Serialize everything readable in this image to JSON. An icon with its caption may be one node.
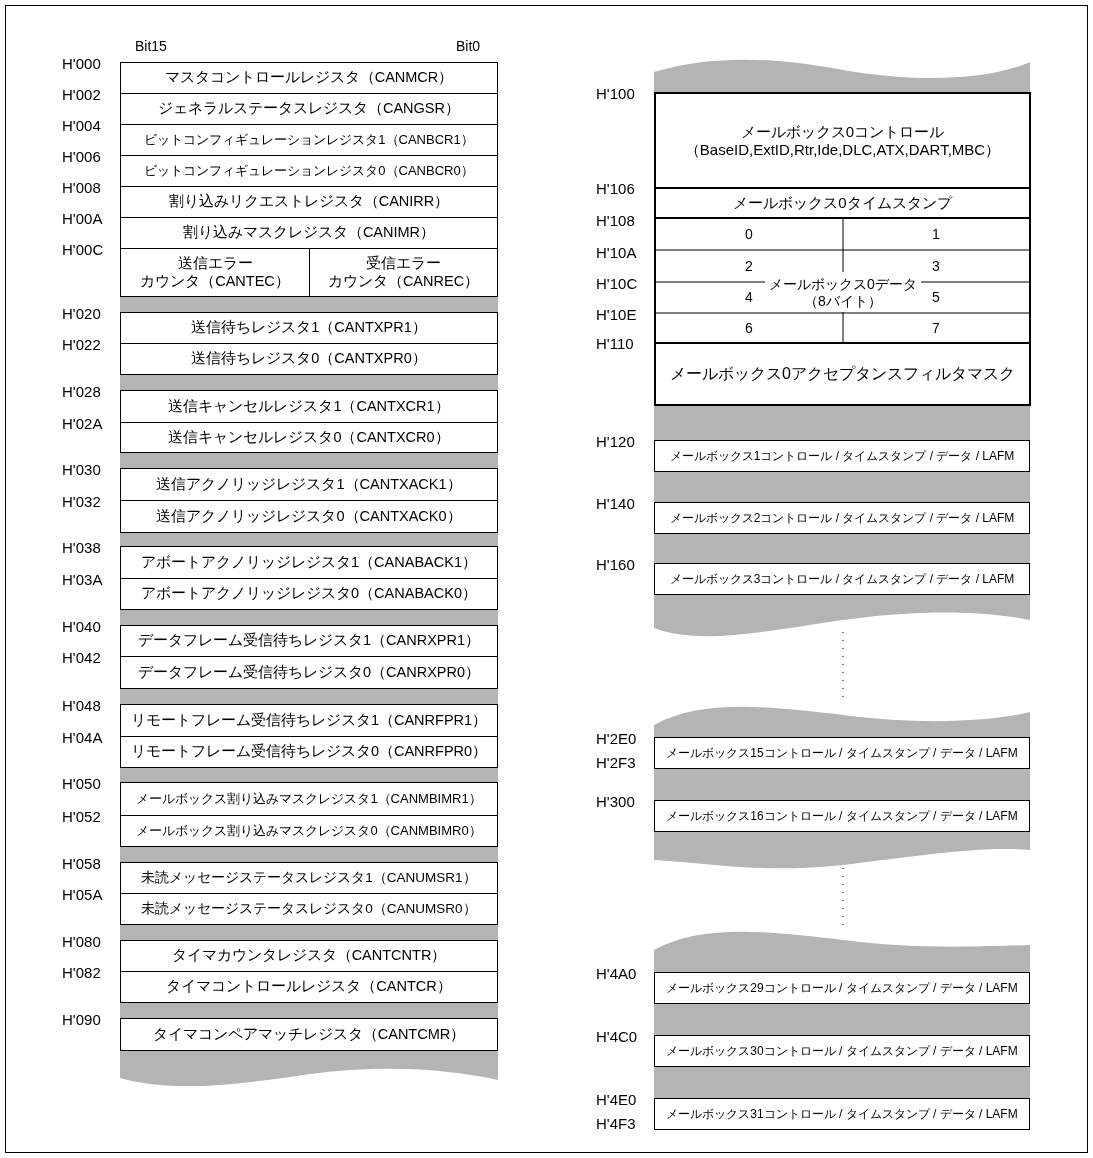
{
  "diagram": {
    "nodes": [
      {
        "text": [
          "マスタコントロールレジスタ（CANMCR）"
        ],
        "beside": [
          "H'000"
        ]
      },
      {
        "text": [
          "ジェネラルステータスレジスタ（CANGSR）"
        ],
        "beside": [
          "H'002"
        ]
      },
      {
        "text": [
          "ビットコンフィギュレーションレジスタ1（CANBCR1）"
        ],
        "beside": [
          "H'004"
        ]
      },
      {
        "text": [
          "ビットコンフィギュレーションレジスタ0（CANBCR0）"
        ],
        "beside": [
          "H'006"
        ]
      },
      {
        "text": [
          "割り込みリクエストレジスタ（CANIRR）"
        ],
        "beside": [
          "H'008"
        ]
      },
      {
        "text": [
          "割り込みマスクレジスタ（CANIMR）"
        ],
        "beside": [
          "H'00A"
        ]
      },
      {
        "text": [
          "送信エラー",
          "カウンタ（CANTEC）"
        ],
        "beside": [
          "H'00C"
        ]
      },
      {
        "text": [
          "受信エラー",
          "カウンタ（CANREC）"
        ]
      },
      {
        "text": [
          "送信待ちレジスタ1（CANTXPR1）"
        ],
        "beside": [
          "H'020"
        ]
      },
      {
        "text": [
          "送信待ちレジスタ0（CANTXPR0）"
        ],
        "beside": [
          "H'022"
        ]
      },
      {
        "text": [
          "送信キャンセルレジスタ1（CANTXCR1）"
        ],
        "beside": [
          "H'028"
        ]
      },
      {
        "text": [
          "送信キャンセルレジスタ0（CANTXCR0）"
        ],
        "beside": [
          "H'02A"
        ]
      },
      {
        "text": [
          "送信アクノリッジレジスタ1（CANTXACK1）"
        ],
        "beside": [
          "H'030"
        ]
      },
      {
        "text": [
          "送信アクノリッジレジスタ0（CANTXACK0）"
        ],
        "beside": [
          "H'032"
        ]
      },
      {
        "text": [
          "アボートアクノリッジレジスタ1（CANABACK1）"
        ],
        "beside": [
          "H'038"
        ]
      },
      {
        "text": [
          "アボートアクノリッジレジスタ0（CANABACK0）"
        ],
        "beside": [
          "H'03A"
        ]
      },
      {
        "text": [
          "データフレーム受信待ちレジスタ1（CANRXPR1）"
        ],
        "beside": [
          "H'040"
        ]
      },
      {
        "text": [
          "データフレーム受信待ちレジスタ0（CANRXPR0）"
        ],
        "beside": [
          "H'042"
        ]
      },
      {
        "text": [
          "リモートフレーム受信待ちレジスタ1（CANRFPR1）"
        ],
        "beside": [
          "H'048"
        ]
      },
      {
        "text": [
          "リモートフレーム受信待ちレジスタ0（CANRFPR0）"
        ],
        "beside": [
          "H'04A"
        ]
      },
      {
        "text": [
          "メールボックス割り込みマスクレジスタ1（CANMBIMR1）"
        ],
        "beside": [
          "H'050"
        ]
      },
      {
        "text": [
          "メールボックス割り込みマスクレジスタ0（CANMBIMR0）"
        ],
        "beside": [
          "H'052"
        ]
      },
      {
        "text": [
          "未読メッセージステータスレジスタ1（CANUMSR1）"
        ],
        "beside": [
          "H'058"
        ]
      },
      {
        "text": [
          "未読メッセージステータスレジスタ0（CANUMSR0）"
        ],
        "beside": [
          "H'05A"
        ]
      },
      {
        "text": [
          "タイマカウンタレジスタ（CANTCNTR）"
        ],
        "beside": [
          "H'080"
        ]
      },
      {
        "text": [
          "タイマコントロールレジスタ（CANTCR）"
        ],
        "beside": [
          "H'082"
        ]
      },
      {
        "text": [
          "タイマコンペアマッチレジスタ（CANTCMR）"
        ],
        "beside": [
          "H'090"
        ]
      },
      {
        "text": [
          "メールボックス0コントロール",
          "（BaseID,ExtID,Rtr,Ide,DLC,ATX,DART,MBC）"
        ],
        "beside": [
          "H'100"
        ]
      },
      {
        "text": [
          "メールボックス0タイムスタンプ"
        ],
        "beside": [
          "H'106"
        ]
      },
      {
        "text": [
          "メールボックス0データ",
          "（8バイト）"
        ]
      },
      {
        "text": [
          "0"
        ]
      },
      {
        "text": [
          "1"
        ]
      },
      {
        "text": [
          "2"
        ]
      },
      {
        "text": [
          "3"
        ]
      },
      {
        "text": [
          "4"
        ]
      },
      {
        "text": [
          "5"
        ]
      },
      {
        "text": [
          "6"
        ]
      },
      {
        "text": [
          "7"
        ]
      },
      {
        "text": [
          "メールボックス0アクセプタンスフィルタマスク"
        ],
        "beside": [
          "H'110"
        ]
      },
      {
        "text": [
          "メールボックス1コントロール / タイムスタンプ / データ / LAFM"
        ],
        "beside": [
          "H'120"
        ]
      },
      {
        "text": [
          "メールボックス2コントロール / タイムスタンプ / データ / LAFM"
        ],
        "beside": [
          "H'140"
        ]
      },
      {
        "text": [
          "メールボックス3コントロール / タイムスタンプ / データ / LAFM"
        ],
        "beside": [
          "H'160"
        ]
      },
      {
        "text": [
          "メールボックス15コントロール / タイムスタンプ / データ / LAFM"
        ],
        "beside": [
          "H'2E0",
          "H'2F3"
        ]
      },
      {
        "text": [
          "メールボックス16コントロール / タイムスタンプ / データ / LAFM"
        ],
        "beside": [
          "H'300"
        ]
      },
      {
        "text": [
          "メールボックス29コントロール / タイムスタンプ / データ / LAFM"
        ],
        "beside": [
          "H'4A0"
        ]
      },
      {
        "text": [
          "メールボックス30コントロール / タイムスタンプ / データ / LAFM"
        ],
        "beside": [
          "H'4C0"
        ]
      },
      {
        "text": [
          "メールボックス31コントロール / タイムスタンプ / データ / LAFM"
        ],
        "beside": [
          "H'4E0",
          "H'4F3"
        ]
      }
    ],
    "labels": [
      "Bit15",
      "Bit0",
      "H'108",
      "H'10A",
      "H'10C",
      "H'10E"
    ]
  }
}
